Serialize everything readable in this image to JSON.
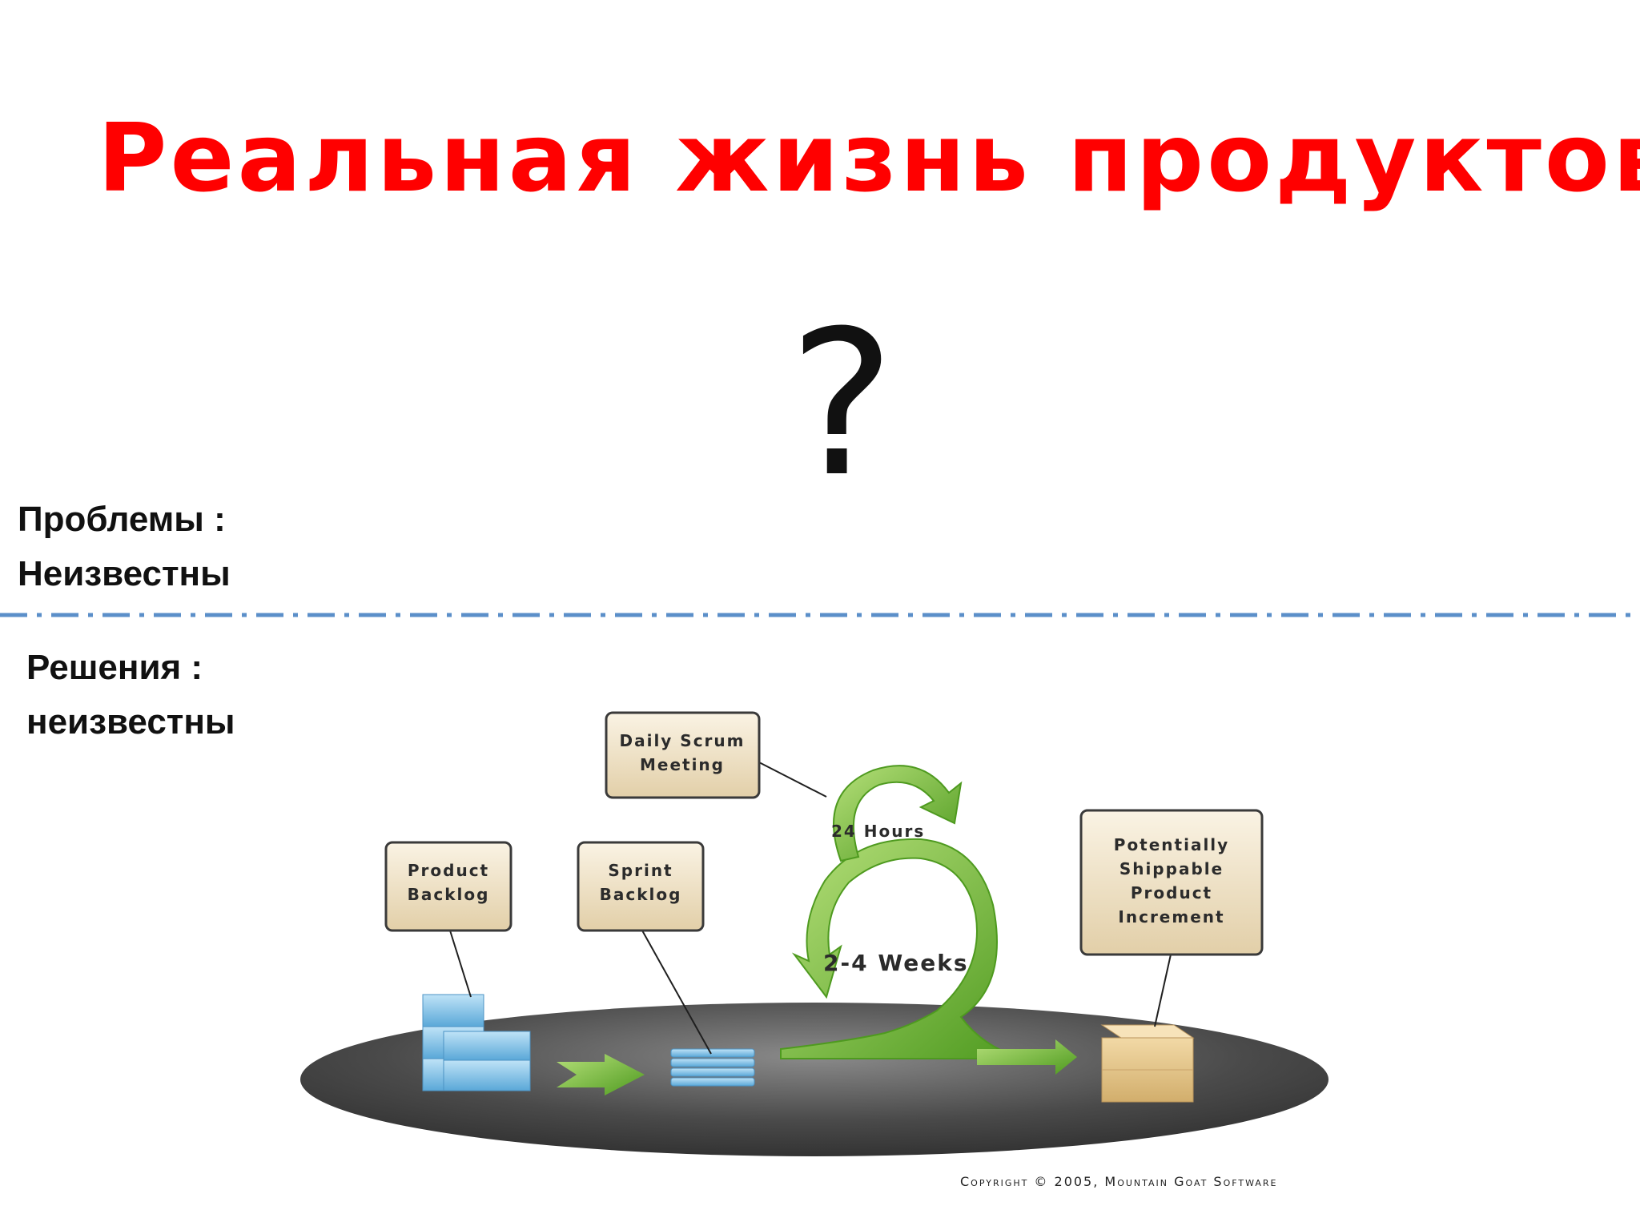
{
  "title": "Реальная жизнь продуктов",
  "question": "?",
  "problems": {
    "line1": "Проблемы :",
    "line2": "Неизвестны"
  },
  "solutions": {
    "line1": "Решения :",
    "line2": "неизвестны"
  },
  "diagram": {
    "product_backlog": [
      "Product",
      "Backlog"
    ],
    "sprint_backlog": [
      "Sprint",
      "Backlog"
    ],
    "daily_scrum": [
      "Daily Scrum",
      "Meeting"
    ],
    "hours_label": "24 Hours",
    "weeks_label": "2-4 Weeks",
    "increment": [
      "Potentially",
      "Shippable",
      "Product",
      "Increment"
    ],
    "copyright": "Copyright © 2005, Mountain Goat Software",
    "colors": {
      "title": "#ff0000",
      "arrow_green": "#7ac143",
      "box_fill": "#f1e4c9",
      "box_border": "#3a3a3a",
      "backlog_blue": "#7fc3ea",
      "divider": "#5b8fc9"
    }
  }
}
